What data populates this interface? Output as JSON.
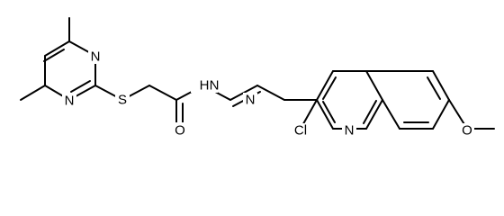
{
  "molecule": {
    "atoms": {
      "n1": "N",
      "n2": "N",
      "s": "S",
      "o_carbonyl": "O",
      "nh": "N",
      "h": "H",
      "n_imine": "N",
      "cl": "Cl",
      "n_quinoline": "N",
      "o_methoxy": "O"
    }
  }
}
